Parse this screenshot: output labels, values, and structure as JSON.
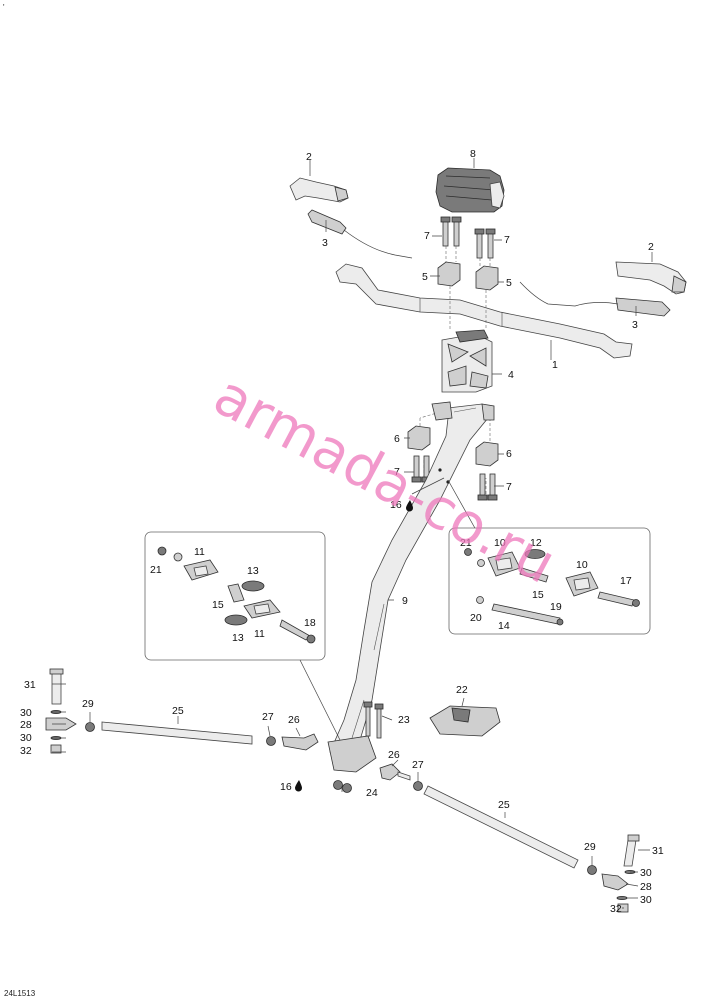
{
  "watermark": "armada-co.ru",
  "diagram_code": "24L1513",
  "corner_mark": "'",
  "callouts": {
    "p2_left": "2",
    "p2_right": "2",
    "p3_left": "3",
    "p3_right": "3",
    "p8": "8",
    "p7_tl": "7",
    "p7_tr": "7",
    "p5_left": "5",
    "p5_right": "5",
    "p1": "1",
    "p4": "4",
    "p6_left": "6",
    "p6_right": "6",
    "p7_bl": "7",
    "p7_br": "7",
    "p16_top": "16",
    "p16_bottom": "16",
    "p9": "9",
    "p21_l": "21",
    "p11_a": "11",
    "p13_a": "13",
    "p15_l": "15",
    "p13_b": "13",
    "p11_b": "11",
    "p18": "18",
    "p21_r": "21",
    "p10_a": "10",
    "p12": "12",
    "p10_b": "10",
    "p17": "17",
    "p15_r": "15",
    "p19": "19",
    "p20": "20",
    "p14": "14",
    "p31_l": "31",
    "p29_l": "29",
    "p25_l": "25",
    "p30_l1": "30",
    "p28_l": "28",
    "p30_l2": "30",
    "p32_l": "32",
    "p27_l": "27",
    "p26_l": "26",
    "p22": "22",
    "p23": "23",
    "p24": "24",
    "p26_r": "26",
    "p27_r": "27",
    "p25_r": "25",
    "p29_r": "29",
    "p31_r": "31",
    "p30_r1": "30",
    "p28_r": "28",
    "p30_r2": "30",
    "p32_r": "32"
  }
}
